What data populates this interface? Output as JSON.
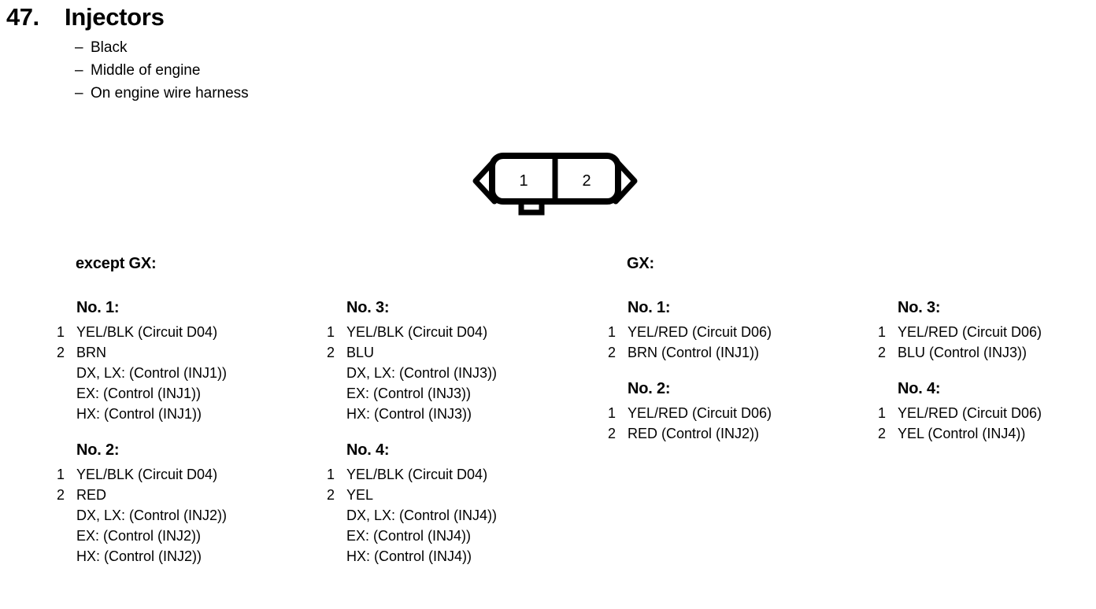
{
  "entry": {
    "number": "47.",
    "title": "Injectors",
    "attributes": [
      {
        "dash": "–",
        "text": "Black"
      },
      {
        "dash": "–",
        "text": "Middle of engine"
      },
      {
        "dash": "–",
        "text": "On engine wire harness"
      }
    ]
  },
  "connector": {
    "name": "2-pin-connector",
    "pins": [
      {
        "label": "1"
      },
      {
        "label": "2"
      }
    ]
  },
  "variants": [
    {
      "heading": "except GX:"
    },
    {
      "heading": "GX:"
    }
  ],
  "columns": [
    {
      "groups": [
        {
          "title": "No. 1:",
          "pins": [
            {
              "number": "1",
              "text": "YEL/BLK (Circuit D04)",
              "details": []
            },
            {
              "number": "2",
              "text": "BRN",
              "details": [
                "DX, LX: (Control (INJ1))",
                "EX: (Control (INJ1))",
                "HX: (Control (INJ1))"
              ]
            }
          ]
        },
        {
          "title": "No. 2:",
          "pins": [
            {
              "number": "1",
              "text": "YEL/BLK (Circuit D04)",
              "details": []
            },
            {
              "number": "2",
              "text": "RED",
              "details": [
                "DX, LX: (Control (INJ2))",
                "EX: (Control (INJ2))",
                "HX: (Control (INJ2))"
              ]
            }
          ]
        }
      ]
    },
    {
      "groups": [
        {
          "title": "No. 3:",
          "pins": [
            {
              "number": "1",
              "text": "YEL/BLK (Circuit D04)",
              "details": []
            },
            {
              "number": "2",
              "text": "BLU",
              "details": [
                "DX, LX: (Control (INJ3))",
                "EX: (Control (INJ3))",
                "HX: (Control (INJ3))"
              ]
            }
          ]
        },
        {
          "title": "No. 4:",
          "pins": [
            {
              "number": "1",
              "text": "YEL/BLK (Circuit D04)",
              "details": []
            },
            {
              "number": "2",
              "text": "YEL",
              "details": [
                "DX, LX: (Control (INJ4))",
                "EX: (Control (INJ4))",
                "HX: (Control (INJ4))"
              ]
            }
          ]
        }
      ]
    },
    {
      "groups": [
        {
          "title": "No. 1:",
          "pins": [
            {
              "number": "1",
              "text": "YEL/RED (Circuit D06)",
              "details": []
            },
            {
              "number": "2",
              "text": "BRN (Control (INJ1))",
              "details": []
            }
          ]
        },
        {
          "title": "No. 2:",
          "pins": [
            {
              "number": "1",
              "text": "YEL/RED (Circuit D06)",
              "details": []
            },
            {
              "number": "2",
              "text": "RED (Control (INJ2))",
              "details": []
            }
          ]
        }
      ]
    },
    {
      "groups": [
        {
          "title": "No. 3:",
          "pins": [
            {
              "number": "1",
              "text": "YEL/RED (Circuit D06)",
              "details": []
            },
            {
              "number": "2",
              "text": "BLU (Control (INJ3))",
              "details": []
            }
          ]
        },
        {
          "title": "No. 4:",
          "pins": [
            {
              "number": "1",
              "text": "YEL/RED (Circuit D06)",
              "details": []
            },
            {
              "number": "2",
              "text": "YEL (Control (INJ4))",
              "details": []
            }
          ]
        }
      ]
    }
  ],
  "colors": {
    "ink": "#000000",
    "paper": "#ffffff"
  }
}
